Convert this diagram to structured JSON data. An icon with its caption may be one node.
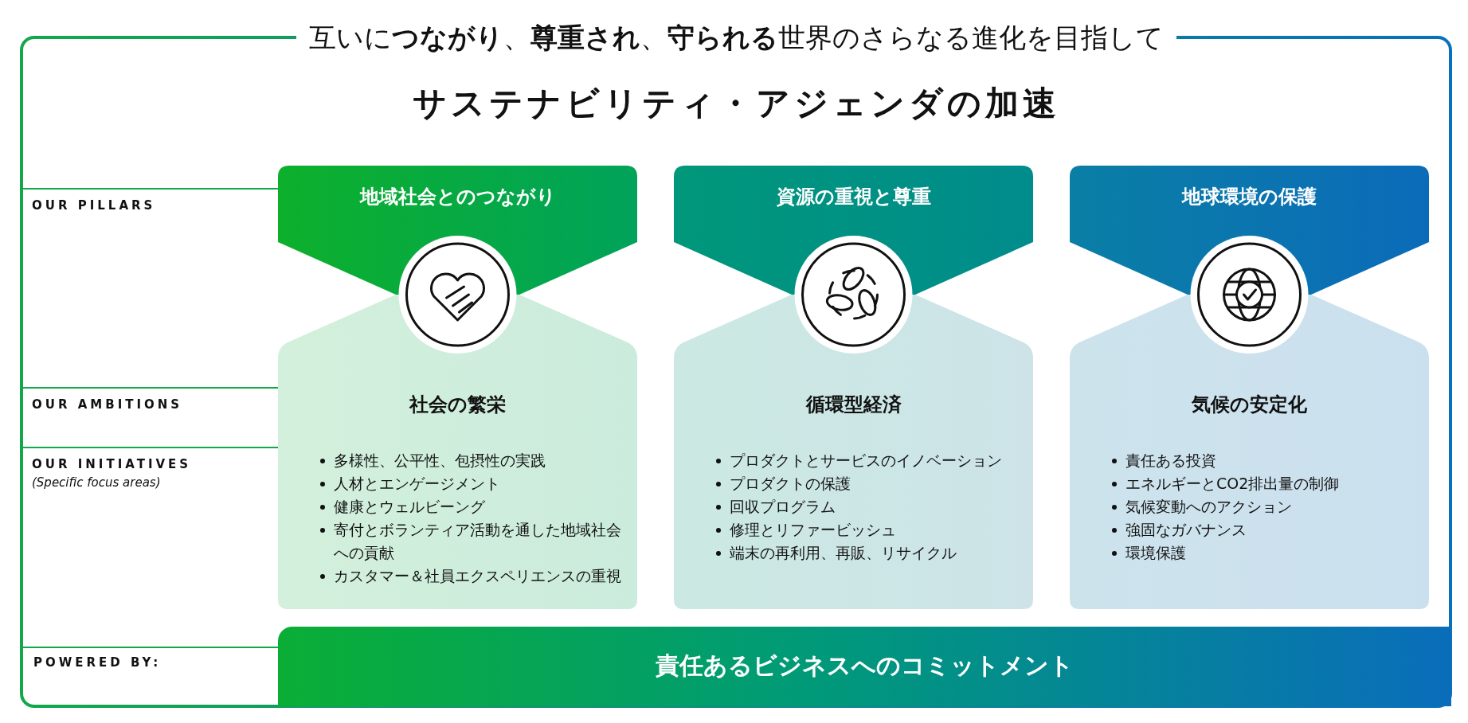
{
  "diagram": {
    "title": "サステナビリティ・アジェンダの加速",
    "nodes": [
      {
        "text": [
          "互いに**つながり**、**尊重され**、**守られる**世界のさらなる進化を目指して"
        ]
      },
      {
        "text": [
          "地域社会とのつながり"
        ],
        "in": 0
      },
      {
        "text": [
          "資源の重視と尊重"
        ],
        "in": 0
      },
      {
        "text": [
          "地球環境の保護"
        ],
        "in": 0
      },
      {
        "text": [
          "社会の繁栄",
          "多様性、公平性、包摂性の実践",
          "人材とエンゲージメント",
          "健康とウェルビーング",
          "寄付とボランティア活動を通した地域社会への貢献",
          "カスタマー＆社員エクスペリエンスの重視"
        ],
        "in": 0
      },
      {
        "text": [
          "循環型経済",
          "プロダクトとサービスのイノベーション",
          "プロダクトの保護",
          "回収プログラム",
          "修理とリファービッシュ",
          "端末の再利用、再販、リサイクル"
        ],
        "in": 0
      },
      {
        "text": [
          "気候の安定化",
          "責任ある投資",
          "エネルギーとCO2排出量の制御",
          "気候変動へのアクション",
          "強固なガバナンス",
          "環境保護"
        ],
        "in": 0
      },
      {
        "text": [
          "責任あるビジネスへのコミットメント"
        ],
        "in": 0
      }
    ],
    "labels": [
      "OUR PILLARS",
      "OUR AMBITIONS",
      "OUR INITIATIVES",
      "(Specific focus areas)",
      "POWERED BY:"
    ]
  }
}
